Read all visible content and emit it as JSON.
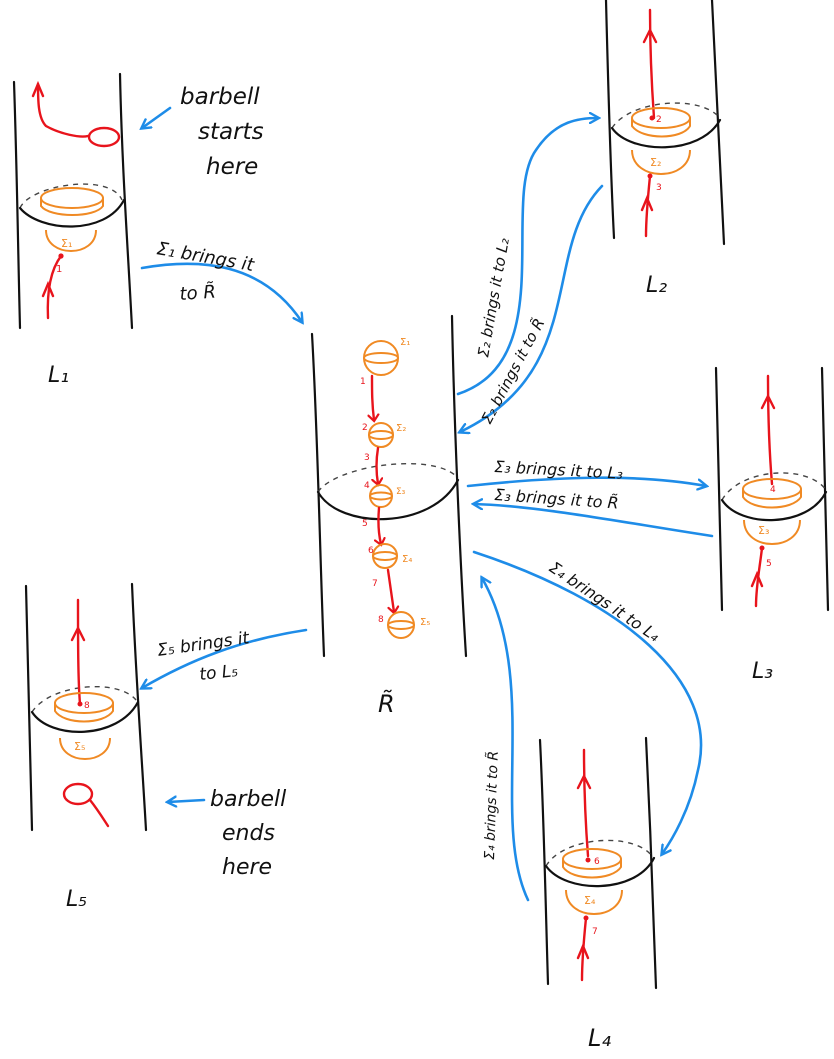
{
  "colors": {
    "ink": "#111111",
    "barbell": "#e8141c",
    "surface": "#f08a24",
    "arrow": "#1e8ce8"
  },
  "regions": {
    "L1": "L₁",
    "L2": "L₂",
    "L3": "L₃",
    "L4": "L₄",
    "L5": "L₅",
    "R": "R̃"
  },
  "notes": {
    "start": [
      "barbell",
      "starts",
      "here"
    ],
    "end": [
      "barbell",
      "ends",
      "here"
    ]
  },
  "arrows": {
    "s1_to_R": [
      "Σ₁ brings it",
      "to R̃"
    ],
    "s2_to_L2": "Σ₂ brings it to L₂",
    "s2_to_R": "Σ₂ brings it to R̃",
    "s3_to_L3": "Σ₃ brings it to L₃",
    "s3_to_R": "Σ₃ brings it to R̃",
    "s4_to_L4": "Σ₄ brings it to L₄",
    "s4_to_R": "Σ₄ brings it to R̃",
    "s5_to_L5": [
      "Σ₅ brings it",
      "to L₅"
    ]
  },
  "surfaces": {
    "s1": "Σ₁",
    "s2": "Σ₂",
    "s3": "Σ₃",
    "s4": "Σ₄",
    "s5": "Σ₅"
  },
  "points": {
    "p1": "1",
    "p2": "2",
    "p3": "3",
    "p4": "4",
    "p5": "5",
    "p6": "6",
    "p7": "7",
    "p8": "8"
  }
}
